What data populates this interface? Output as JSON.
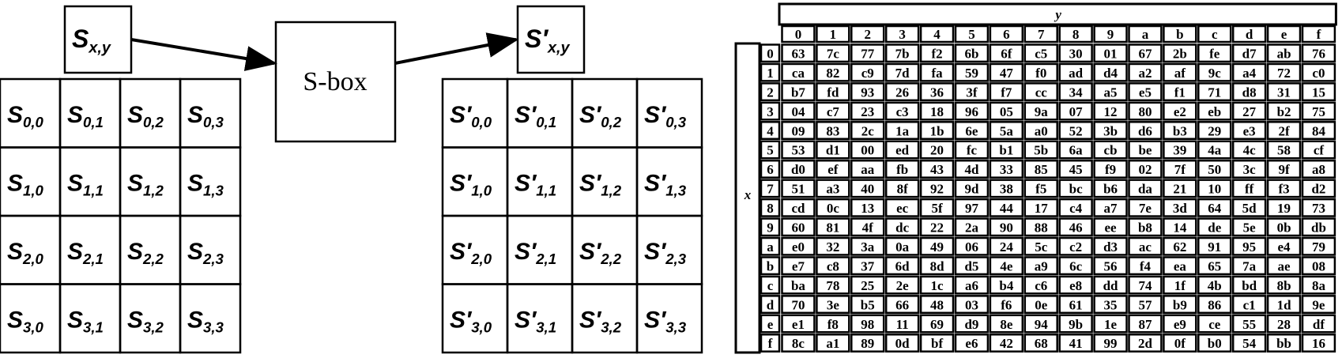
{
  "diagram": {
    "sbox_label": "S-box",
    "input_state": {
      "symbol": "S",
      "cells": [
        [
          "0,0",
          "0,1",
          "0,2",
          "0,3"
        ],
        [
          "1,0",
          "1,1",
          "1,2",
          "1,3"
        ],
        [
          "2,0",
          "2,1",
          "2,2",
          "2,3"
        ],
        [
          "3,0",
          "3,1",
          "3,2",
          "3,3"
        ]
      ],
      "selected": "x,y"
    },
    "output_state": {
      "symbol": "S′",
      "cells": [
        [
          "0,0",
          "0,1",
          "0,2",
          "0,3"
        ],
        [
          "1,0",
          "1,1",
          "1,2",
          "1,3"
        ],
        [
          "2,0",
          "2,1",
          "2,2",
          "2,3"
        ],
        [
          "3,0",
          "3,1",
          "3,2",
          "3,3"
        ]
      ],
      "selected": "x,y"
    }
  },
  "sbox_table": {
    "column_axis_label": "y",
    "row_axis_label": "x",
    "column_headers": [
      "0",
      "1",
      "2",
      "3",
      "4",
      "5",
      "6",
      "7",
      "8",
      "9",
      "a",
      "b",
      "c",
      "d",
      "e",
      "f"
    ],
    "row_headers": [
      "0",
      "1",
      "2",
      "3",
      "4",
      "5",
      "6",
      "7",
      "8",
      "9",
      "a",
      "b",
      "c",
      "d",
      "e",
      "f"
    ],
    "rows": [
      [
        "63",
        "7c",
        "77",
        "7b",
        "f2",
        "6b",
        "6f",
        "c5",
        "30",
        "01",
        "67",
        "2b",
        "fe",
        "d7",
        "ab",
        "76"
      ],
      [
        "ca",
        "82",
        "c9",
        "7d",
        "fa",
        "59",
        "47",
        "f0",
        "ad",
        "d4",
        "a2",
        "af",
        "9c",
        "a4",
        "72",
        "c0"
      ],
      [
        "b7",
        "fd",
        "93",
        "26",
        "36",
        "3f",
        "f7",
        "cc",
        "34",
        "a5",
        "e5",
        "f1",
        "71",
        "d8",
        "31",
        "15"
      ],
      [
        "04",
        "c7",
        "23",
        "c3",
        "18",
        "96",
        "05",
        "9a",
        "07",
        "12",
        "80",
        "e2",
        "eb",
        "27",
        "b2",
        "75"
      ],
      [
        "09",
        "83",
        "2c",
        "1a",
        "1b",
        "6e",
        "5a",
        "a0",
        "52",
        "3b",
        "d6",
        "b3",
        "29",
        "e3",
        "2f",
        "84"
      ],
      [
        "53",
        "d1",
        "00",
        "ed",
        "20",
        "fc",
        "b1",
        "5b",
        "6a",
        "cb",
        "be",
        "39",
        "4a",
        "4c",
        "58",
        "cf"
      ],
      [
        "d0",
        "ef",
        "aa",
        "fb",
        "43",
        "4d",
        "33",
        "85",
        "45",
        "f9",
        "02",
        "7f",
        "50",
        "3c",
        "9f",
        "a8"
      ],
      [
        "51",
        "a3",
        "40",
        "8f",
        "92",
        "9d",
        "38",
        "f5",
        "bc",
        "b6",
        "da",
        "21",
        "10",
        "ff",
        "f3",
        "d2"
      ],
      [
        "cd",
        "0c",
        "13",
        "ec",
        "5f",
        "97",
        "44",
        "17",
        "c4",
        "a7",
        "7e",
        "3d",
        "64",
        "5d",
        "19",
        "73"
      ],
      [
        "60",
        "81",
        "4f",
        "dc",
        "22",
        "2a",
        "90",
        "88",
        "46",
        "ee",
        "b8",
        "14",
        "de",
        "5e",
        "0b",
        "db"
      ],
      [
        "e0",
        "32",
        "3a",
        "0a",
        "49",
        "06",
        "24",
        "5c",
        "c2",
        "d3",
        "ac",
        "62",
        "91",
        "95",
        "e4",
        "79"
      ],
      [
        "e7",
        "c8",
        "37",
        "6d",
        "8d",
        "d5",
        "4e",
        "a9",
        "6c",
        "56",
        "f4",
        "ea",
        "65",
        "7a",
        "ae",
        "08"
      ],
      [
        "ba",
        "78",
        "25",
        "2e",
        "1c",
        "a6",
        "b4",
        "c6",
        "e8",
        "dd",
        "74",
        "1f",
        "4b",
        "bd",
        "8b",
        "8a"
      ],
      [
        "70",
        "3e",
        "b5",
        "66",
        "48",
        "03",
        "f6",
        "0e",
        "61",
        "35",
        "57",
        "b9",
        "86",
        "c1",
        "1d",
        "9e"
      ],
      [
        "e1",
        "f8",
        "98",
        "11",
        "69",
        "d9",
        "8e",
        "94",
        "9b",
        "1e",
        "87",
        "e9",
        "ce",
        "55",
        "28",
        "df"
      ],
      [
        "8c",
        "a1",
        "89",
        "0d",
        "bf",
        "e6",
        "42",
        "68",
        "41",
        "99",
        "2d",
        "0f",
        "b0",
        "54",
        "bb",
        "16"
      ]
    ]
  }
}
